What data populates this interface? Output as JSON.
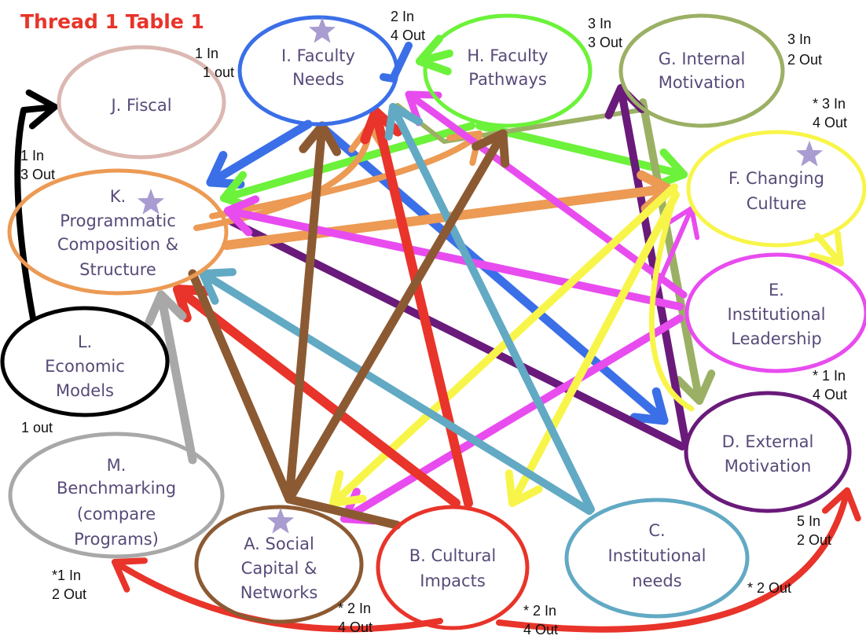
{
  "title": "Thread 1 Table 1",
  "nodes": [
    {
      "id": "I",
      "color": "#3b6fe8",
      "lines": [
        "I. Faculty",
        "Needs"
      ],
      "counts": [
        "1 In",
        "1 out"
      ],
      "star": true
    },
    {
      "id": "H",
      "color": "#6cf23a",
      "lines": [
        "H. Faculty",
        "Pathways"
      ],
      "counts": [
        "2 In",
        "4 Out"
      ],
      "star": false
    },
    {
      "id": "G",
      "color": "#9bb064",
      "lines": [
        "G. Internal",
        "Motivation"
      ],
      "counts": [
        "3 In",
        "3 Out"
      ],
      "star": false
    },
    {
      "id": "G2",
      "color": "#9bb064",
      "lines": [],
      "counts": [
        "3 In",
        "2 Out"
      ],
      "star": false
    },
    {
      "id": "J",
      "color": "#dcb8b2",
      "lines": [
        "J. Fiscal"
      ],
      "counts": [
        "1 In",
        "3 Out"
      ],
      "star": false
    },
    {
      "id": "F",
      "color": "#f8f54a",
      "lines": [
        "F. Changing",
        "Culture"
      ],
      "counts": [
        "* 3 In",
        "4 Out"
      ],
      "star": true
    },
    {
      "id": "K",
      "color": "#ec9a54",
      "lines": [
        "K.",
        "Programmatic",
        "Composition &",
        "Structure"
      ],
      "counts": [],
      "star": true
    },
    {
      "id": "E",
      "color": "#e84cef",
      "lines": [
        "E.",
        "Institutional",
        "Leadership"
      ],
      "counts": [
        "* 1 In",
        "4 Out"
      ],
      "star": false
    },
    {
      "id": "L",
      "color": "#000000",
      "lines": [
        "L.",
        "Economic",
        "Models"
      ],
      "counts": [
        "1 out"
      ],
      "star": false
    },
    {
      "id": "D",
      "color": "#6a1a7a",
      "lines": [
        "D. External",
        "Motivation"
      ],
      "counts": [
        "5 In",
        "2 Out"
      ],
      "star": false
    },
    {
      "id": "M",
      "color": "#a8a8a8",
      "lines": [
        "M.",
        "Benchmarking",
        "(compare",
        "Programs)"
      ],
      "counts": [
        "*1 In",
        "2 Out"
      ],
      "star": false
    },
    {
      "id": "A",
      "color": "#8c5a32",
      "lines": [
        "A. Social",
        "Capital &",
        "Networks"
      ],
      "counts": [
        "* 2 In",
        "4 Out"
      ],
      "star": true
    },
    {
      "id": "B",
      "color": "#e8342a",
      "lines": [
        "B. Cultural",
        "Impacts"
      ],
      "counts": [
        "* 2 In",
        "4 Out"
      ],
      "star": false
    },
    {
      "id": "C",
      "color": "#62a9c4",
      "lines": [
        "C.",
        "Institutional",
        "needs"
      ],
      "counts": [
        "* 2 Out"
      ],
      "star": false
    }
  ],
  "colors": {
    "blue": "#3b6fe8",
    "green": "#6cf23a",
    "olive": "#9bb064",
    "pink": "#dcb8b2",
    "yellow": "#f8f54a",
    "orange": "#ec9a54",
    "magenta": "#e84cef",
    "black": "#000000",
    "purple": "#6a1a7a",
    "gray": "#a8a8a8",
    "brown": "#8c5a32",
    "red": "#e8342a",
    "teal": "#62a9c4",
    "star": "#a89cd0"
  }
}
